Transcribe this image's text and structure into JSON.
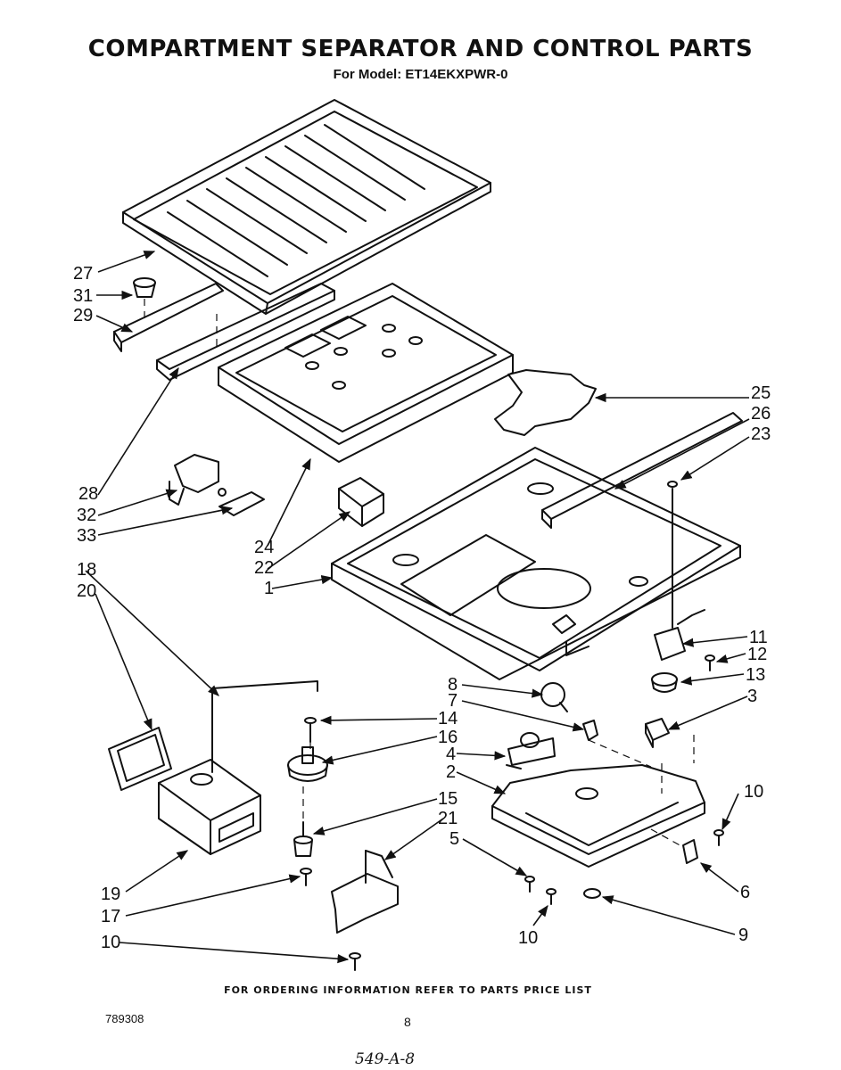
{
  "header": {
    "title": "COMPARTMENT SEPARATOR AND CONTROL PARTS",
    "subtitle": "For Model: ET14EKXPWR-0"
  },
  "callouts": [
    {
      "id": "c27",
      "label": "27"
    },
    {
      "id": "c31",
      "label": "31"
    },
    {
      "id": "c29",
      "label": "29"
    },
    {
      "id": "c25",
      "label": "25"
    },
    {
      "id": "c26",
      "label": "26"
    },
    {
      "id": "c23",
      "label": "23"
    },
    {
      "id": "c28",
      "label": "28"
    },
    {
      "id": "c32",
      "label": "32"
    },
    {
      "id": "c33",
      "label": "33"
    },
    {
      "id": "c24",
      "label": "24"
    },
    {
      "id": "c22",
      "label": "22"
    },
    {
      "id": "c1",
      "label": "1"
    },
    {
      "id": "c18",
      "label": "18"
    },
    {
      "id": "c20",
      "label": "20"
    },
    {
      "id": "c11",
      "label": "11"
    },
    {
      "id": "c12",
      "label": "12"
    },
    {
      "id": "c13",
      "label": "13"
    },
    {
      "id": "c8",
      "label": "8"
    },
    {
      "id": "c7",
      "label": "7"
    },
    {
      "id": "c3",
      "label": "3"
    },
    {
      "id": "c14",
      "label": "14"
    },
    {
      "id": "c16",
      "label": "16"
    },
    {
      "id": "c4",
      "label": "4"
    },
    {
      "id": "c2",
      "label": "2"
    },
    {
      "id": "c10a",
      "label": "10"
    },
    {
      "id": "c15",
      "label": "15"
    },
    {
      "id": "c21",
      "label": "21"
    },
    {
      "id": "c5",
      "label": "5"
    },
    {
      "id": "c19",
      "label": "19"
    },
    {
      "id": "c17",
      "label": "17"
    },
    {
      "id": "c10b",
      "label": "10"
    },
    {
      "id": "c10c",
      "label": "10"
    },
    {
      "id": "c6",
      "label": "6"
    },
    {
      "id": "c9",
      "label": "9"
    }
  ],
  "footer": {
    "ordering_note": "FOR ORDERING INFORMATION REFER TO PARTS PRICE LIST",
    "doc_number": "789308",
    "page_number": "8",
    "handwritten_note": "549-A-8"
  }
}
